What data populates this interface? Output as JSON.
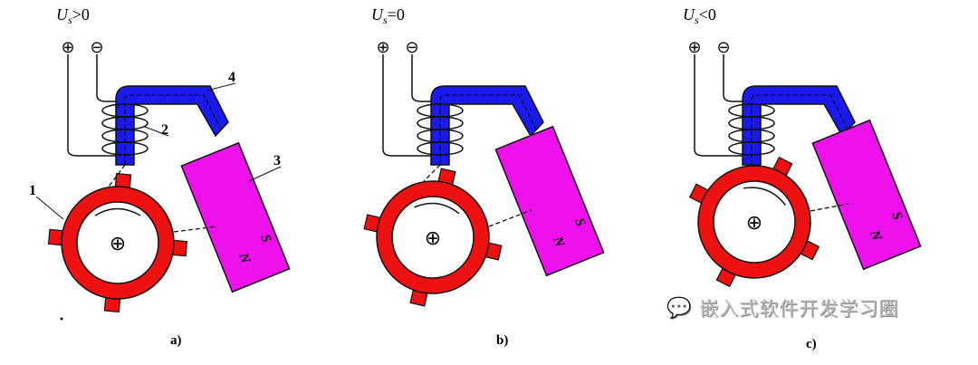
{
  "colors": {
    "rotor": "#ee1111",
    "core": "#1a1aee",
    "magnet": "#ee11ee",
    "line": "#111111"
  },
  "panels": [
    {
      "voltage_label": "U",
      "voltage_sub": "s",
      "voltage_rel": ">0",
      "caption": "a)",
      "labels": [
        "1",
        "2",
        "3",
        "4"
      ]
    },
    {
      "voltage_label": "U",
      "voltage_sub": "s",
      "voltage_rel": "=0",
      "caption": "b)",
      "labels": []
    },
    {
      "voltage_label": "U",
      "voltage_sub": "s",
      "voltage_rel": "<0",
      "caption": "c)",
      "labels": []
    }
  ],
  "magnet_poles": {
    "north": "N",
    "south": "S"
  },
  "terminals": {
    "plus": "⊕",
    "minus": "⊖"
  },
  "watermark": "嵌入式软件开发学习圈"
}
